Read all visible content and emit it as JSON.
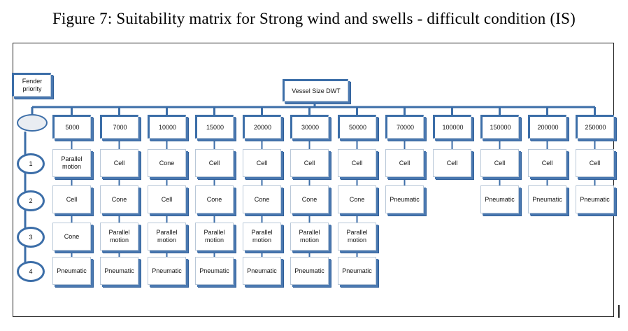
{
  "caption": "Figure 7: Suitability matrix for Strong wind and swells - difficult condition (IS)",
  "fender_priority_label": "Fender priority",
  "vessel_size_label": "Vessel Size DWT",
  "top_node_label": "",
  "priority_levels": [
    "1",
    "2",
    "3",
    "4"
  ],
  "vessel_sizes": [
    "5000",
    "7000",
    "10000",
    "15000",
    "20000",
    "30000",
    "50000",
    "70000",
    "100000",
    "150000",
    "200000",
    "250000"
  ],
  "matrix": [
    [
      "Parallel motion",
      "Cell",
      "Cone",
      "Pneumatic"
    ],
    [
      "Cell",
      "Cone",
      "Parallel motion",
      "Pneumatic"
    ],
    [
      "Cone",
      "Cell",
      "Parallel motion",
      "Pneumatic"
    ],
    [
      "Cell",
      "Cone",
      "Parallel motion",
      "Pneumatic"
    ],
    [
      "Cell",
      "Cone",
      "Parallel motion",
      "Pneumatic"
    ],
    [
      "Cell",
      "Cone",
      "Parallel motion",
      "Pneumatic"
    ],
    [
      "Cell",
      "Cone",
      "Parallel motion",
      "Pneumatic"
    ],
    [
      "Cell",
      "Pneumatic",
      "",
      ""
    ],
    [
      "Cell",
      "",
      "",
      ""
    ],
    [
      "Cell",
      "Pneumatic",
      "",
      ""
    ],
    [
      "Cell",
      "Pneumatic",
      "",
      ""
    ],
    [
      "Cell",
      "Pneumatic",
      "",
      ""
    ]
  ],
  "colors": {
    "box_shadow": "#2f5f99",
    "connector": "#3c6ea8"
  }
}
